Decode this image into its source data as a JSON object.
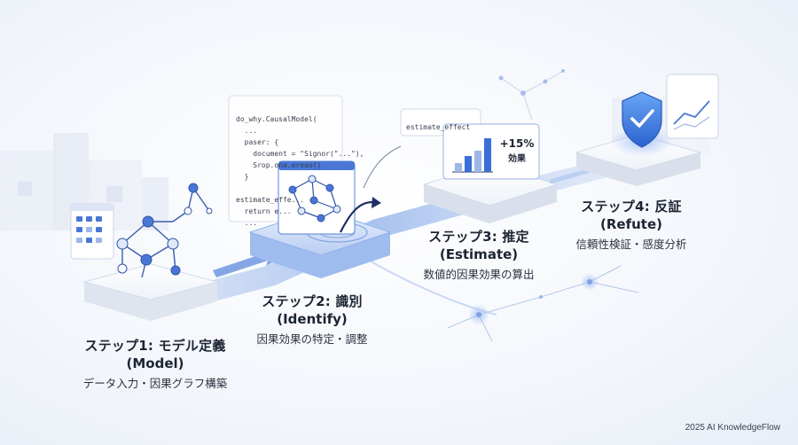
{
  "steps": [
    {
      "title": "ステップ1: モデル定義",
      "en": "(Model)",
      "desc": "データ入力・因果グラフ構築"
    },
    {
      "title": "ステップ2: 識別",
      "en": "(Identify)",
      "desc": "因果効果の特定・調整"
    },
    {
      "title": "ステップ3: 推定",
      "en": "(Estimate)",
      "desc": "数値的因果効果の算出"
    },
    {
      "title": "ステップ4: 反証",
      "en": "(Refute)",
      "desc": "信頼性検証・感度分析"
    }
  ],
  "code_panel_1": {
    "lines": [
      "do_why.CausalModel(",
      "  ...",
      "  paser: {",
      "    document = \"Signor(\"...\"),",
      "    Srop.ona.ereao()",
      "  }",
      "",
      "estimate_effe...",
      "  return e...",
      "  ..."
    ]
  },
  "code_panel_2": {
    "text": "estimate_effect"
  },
  "bar_chart": {
    "value_label": "+15%",
    "unit_label": "効果",
    "bar_heights": [
      0.25,
      0.45,
      0.6,
      0.95
    ]
  },
  "footer": {
    "text": "2025 AI KnowledgeFlow"
  },
  "colors": {
    "accent": "#3a6fd8",
    "node_fill": "#4a77d6",
    "node_light": "#dfe8f7",
    "shield": "#3d7fe0"
  }
}
